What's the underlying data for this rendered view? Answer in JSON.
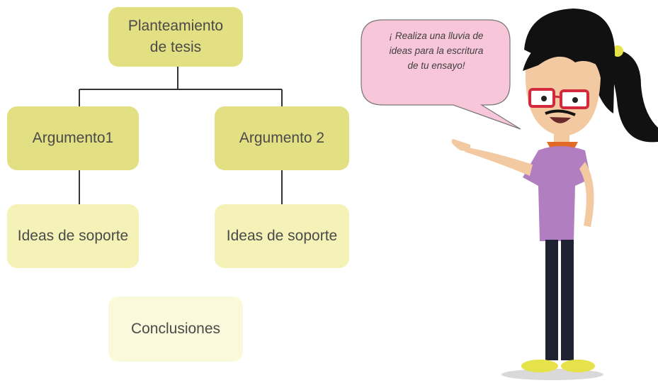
{
  "diagram": {
    "thesis": "Planteamiento\nde tesis",
    "argument_1": "Argumento1",
    "argument_2": "Argumento 2",
    "support_1": "Ideas de soporte",
    "support_2": "Ideas de soporte",
    "conclusions": "Conclusiones"
  },
  "speech_bubble": {
    "line_1": "¡ Realiza una lluvia de",
    "line_2": "ideas para la escritura",
    "line_3": "de tu ensayo!"
  },
  "colors": {
    "box_strong": "#e2e082",
    "box_soft": "#f5f2b8",
    "box_pale": "#fbf9db",
    "bubble": "#f7c6d9",
    "connector": "#333333"
  },
  "character": {
    "icon": "girl-cartoon-pointing-icon"
  }
}
